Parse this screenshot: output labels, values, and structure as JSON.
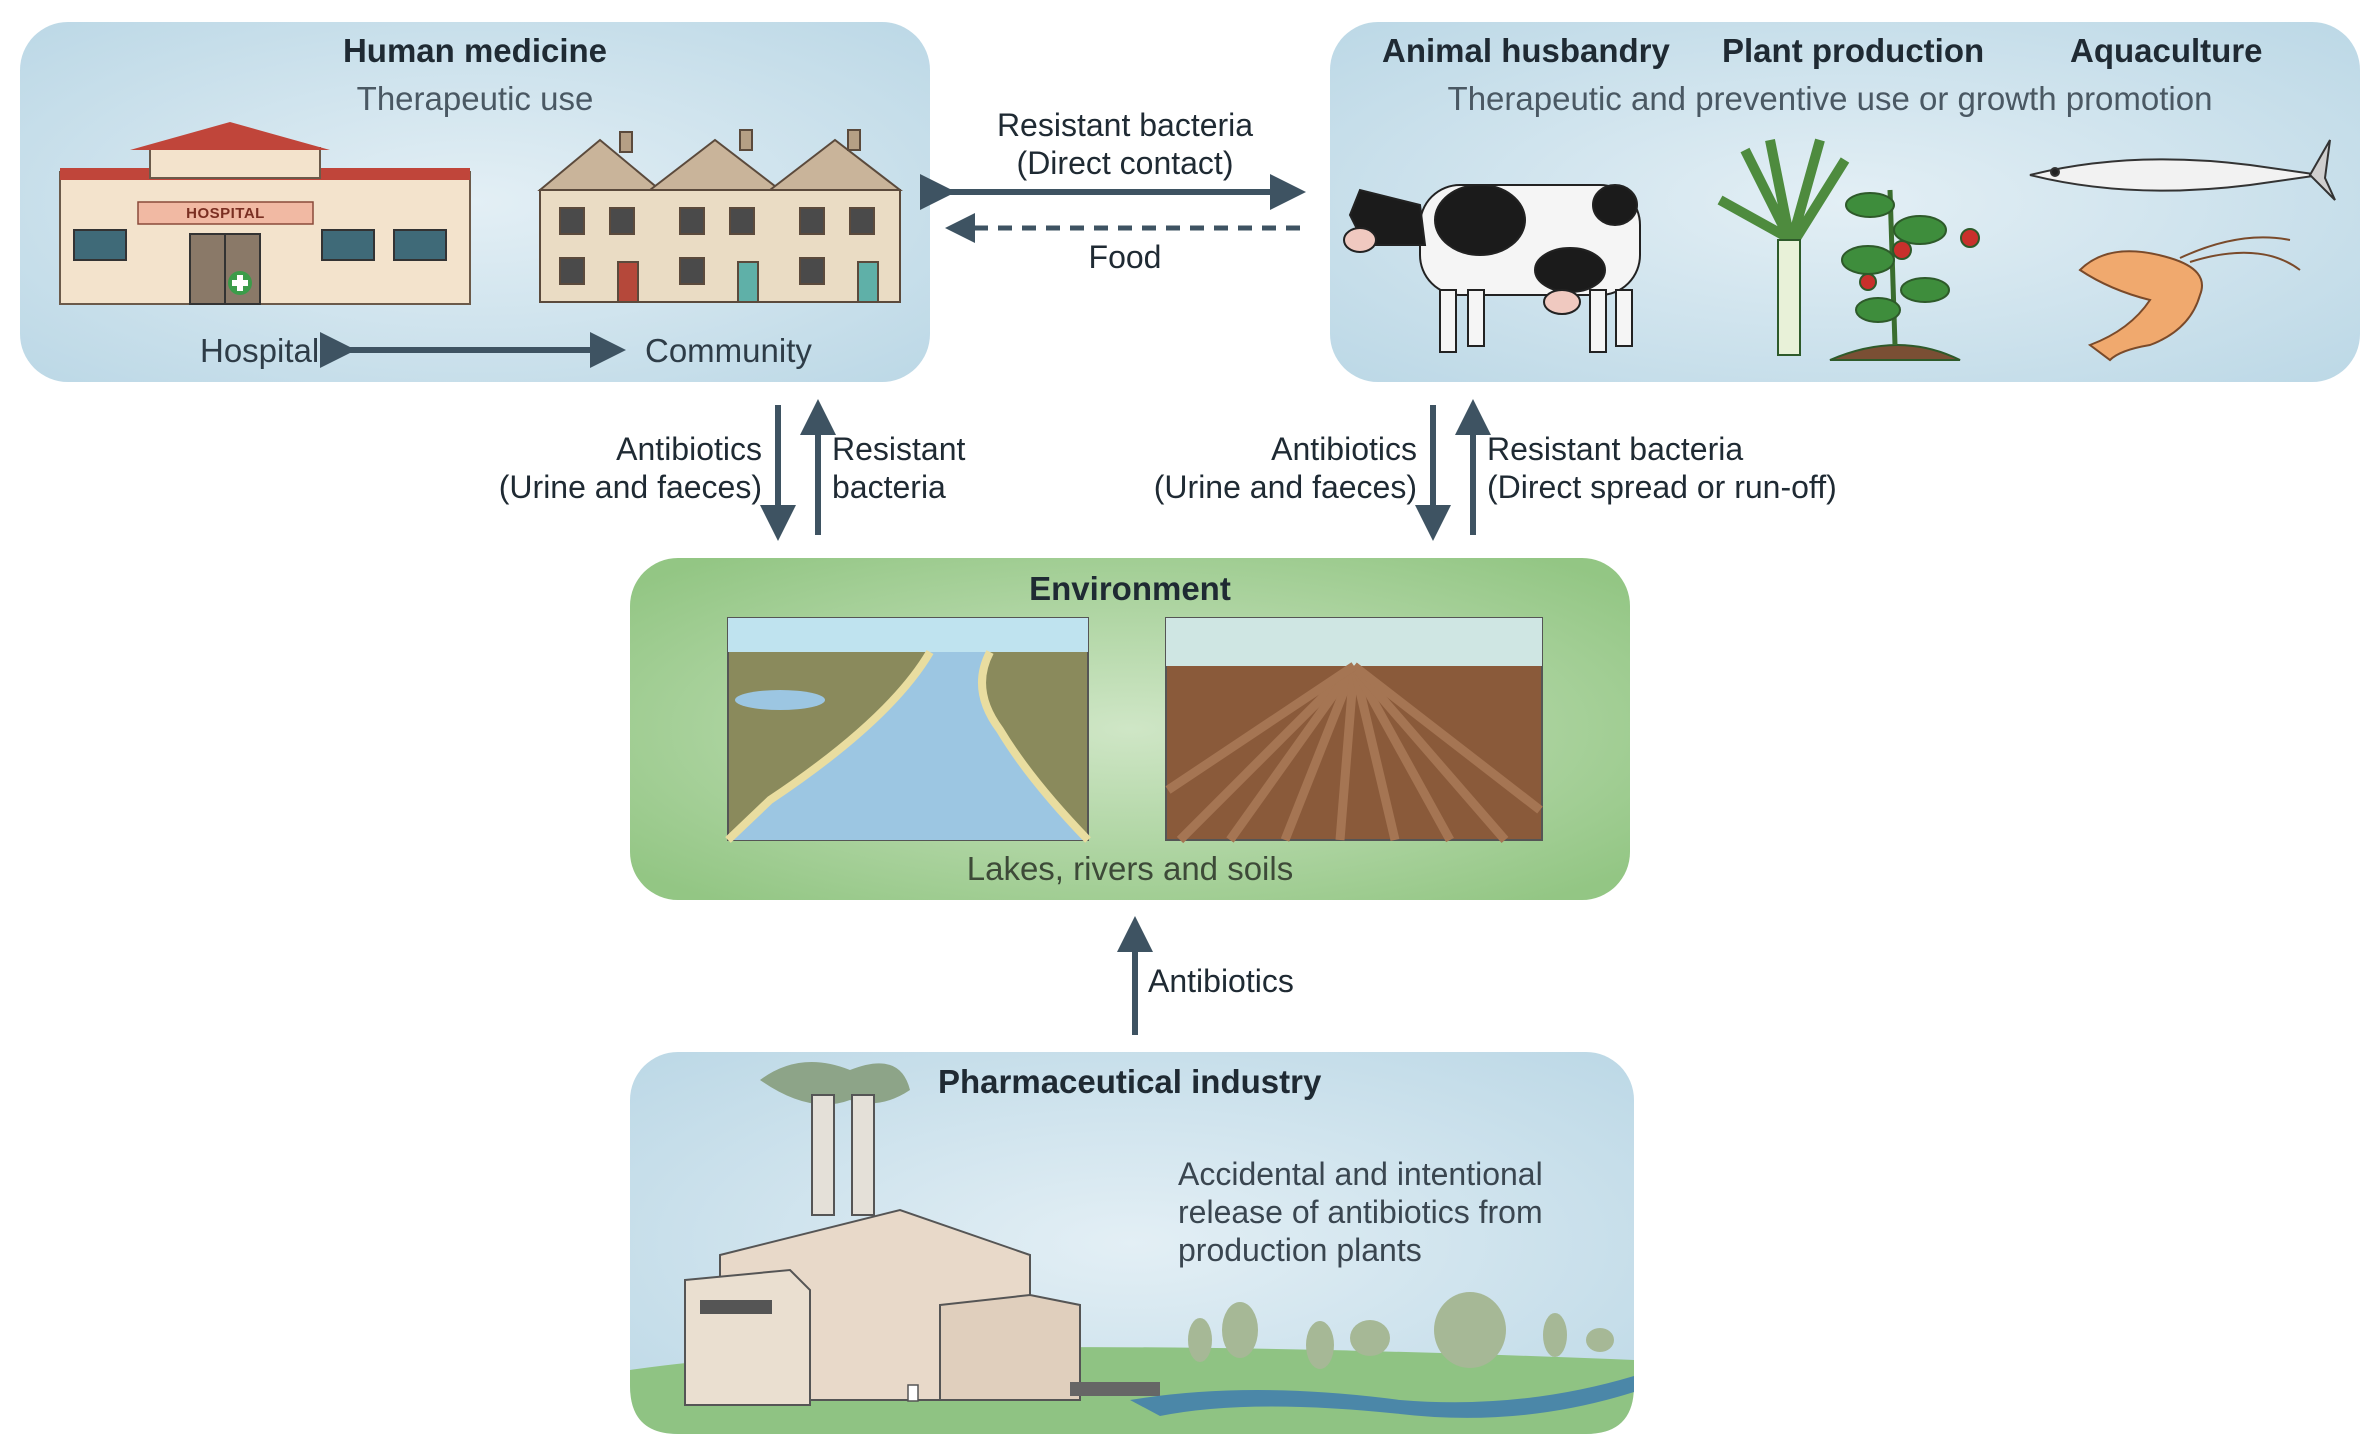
{
  "human_medicine": {
    "title": "Human medicine",
    "subtitle": "Therapeutic use",
    "hospital_sign": "HOSPITAL",
    "hospital_label": "Hospital",
    "community_label": "Community"
  },
  "animal_plant": {
    "animal_title": "Animal husbandry",
    "plant_title": "Plant production",
    "aqua_title": "Aquaculture",
    "subtitle": "Therapeutic and preventive use or growth promotion"
  },
  "top_link": {
    "line1": "Resistant bacteria",
    "line2": "(Direct contact)",
    "food": "Food"
  },
  "left_flow": {
    "down_line1": "Antibiotics",
    "down_line2": "(Urine and faeces)",
    "up_line1": "Resistant",
    "up_line2": "bacteria"
  },
  "right_flow": {
    "down_line1": "Antibiotics",
    "down_line2": "(Urine and faeces)",
    "up_line1": "Resistant bacteria",
    "up_line2": "(Direct spread or run-off)"
  },
  "environment": {
    "title": "Environment",
    "caption": "Lakes, rivers and soils"
  },
  "pharma_flow": {
    "label": "Antibiotics"
  },
  "pharma": {
    "title": "Pharmaceutical industry",
    "desc_line1": "Accidental and intentional",
    "desc_line2": "release of antibiotics from",
    "desc_line3": "production plants"
  },
  "colors": {
    "blue_panel": "#c2dce8",
    "green_panel": "#9ccc8e",
    "arrow": "#3e5362",
    "text": "#1f2a33"
  }
}
